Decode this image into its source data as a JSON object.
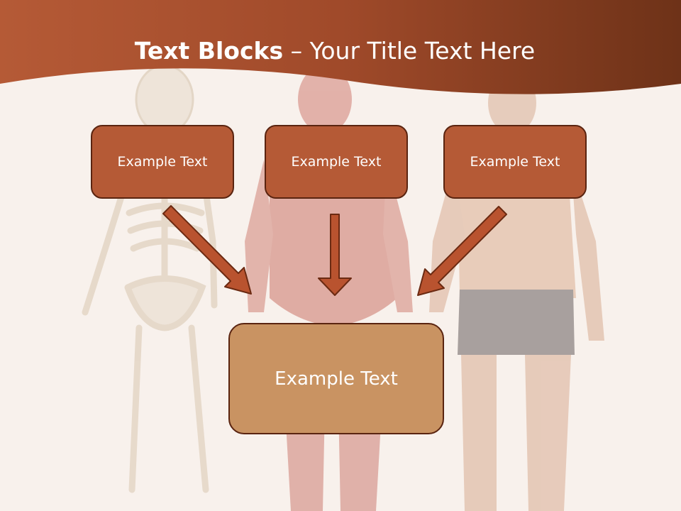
{
  "slide": {
    "title_bold": "Text Blocks",
    "title_dash": " – ",
    "title_rest": "Your Title Text Here"
  },
  "diagram": {
    "top_boxes": [
      {
        "label": "Example Text"
      },
      {
        "label": "Example Text"
      },
      {
        "label": "Example Text"
      }
    ],
    "bottom_box": {
      "label": "Example Text"
    }
  },
  "background_image": {
    "subject": "human anatomy: skeleton, muscular system, male body",
    "icon": "anatomy-illustration"
  },
  "colors": {
    "header": "#a04a2a",
    "header_dark": "#6e3218",
    "box_fill": "#b55a36",
    "box_border": "#5a2410",
    "main_box_fill": "#c99362",
    "arrow_fill": "#b9532f",
    "arrow_border": "#6b2a12",
    "background": "#f8f1ec"
  }
}
